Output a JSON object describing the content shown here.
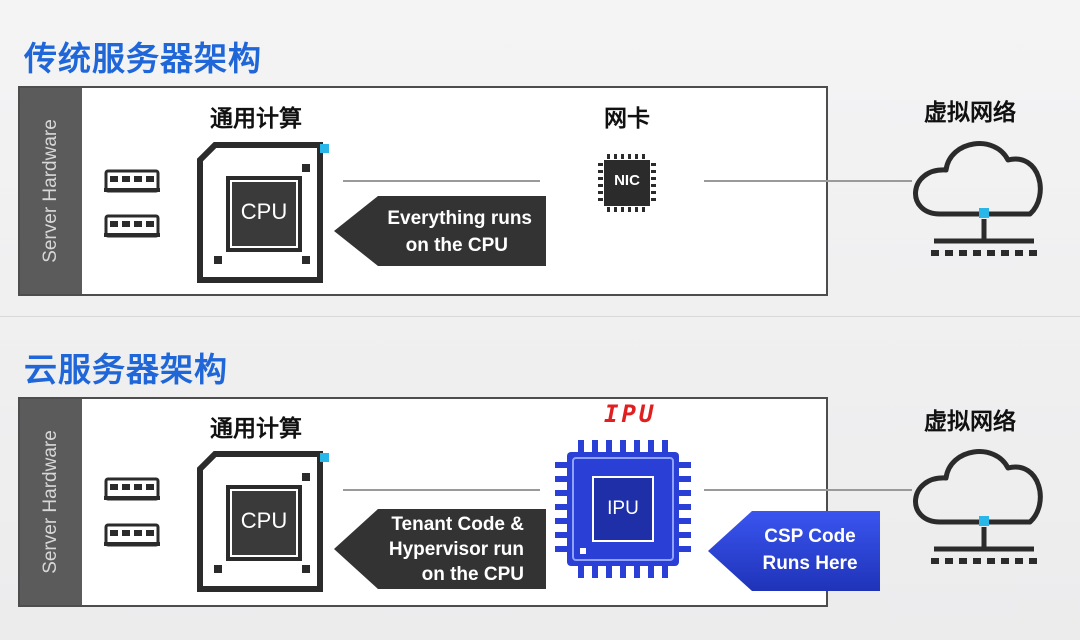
{
  "traditional": {
    "title": "传统服务器架构",
    "side_label": "Server Hardware",
    "compute_label": "通用计算",
    "cpu_label": "CPU",
    "nic_section_label": "网卡",
    "nic_label": "NIC",
    "network_label": "虚拟网络",
    "arrow_line1": "Everything runs",
    "arrow_line2": "on the CPU"
  },
  "cloud": {
    "title": "云服务器架构",
    "side_label": "Server Hardware",
    "compute_label": "通用计算",
    "cpu_label": "CPU",
    "ipu_handwritten": "IPU",
    "ipu_label": "IPU",
    "network_label": "虚拟网络",
    "arrow_line1": "Tenant Code &",
    "arrow_line2": "Hypervisor run",
    "arrow_line3": "on the CPU",
    "csp_line1": "CSP Code",
    "csp_line2": "Runs Here"
  },
  "colors": {
    "title_blue": "#1f66d8",
    "cyan_accent": "#29b6e8",
    "ipu_blue": "#2a3fd6",
    "dark_arrow": "#333333",
    "handwritten_red": "#e02020"
  }
}
